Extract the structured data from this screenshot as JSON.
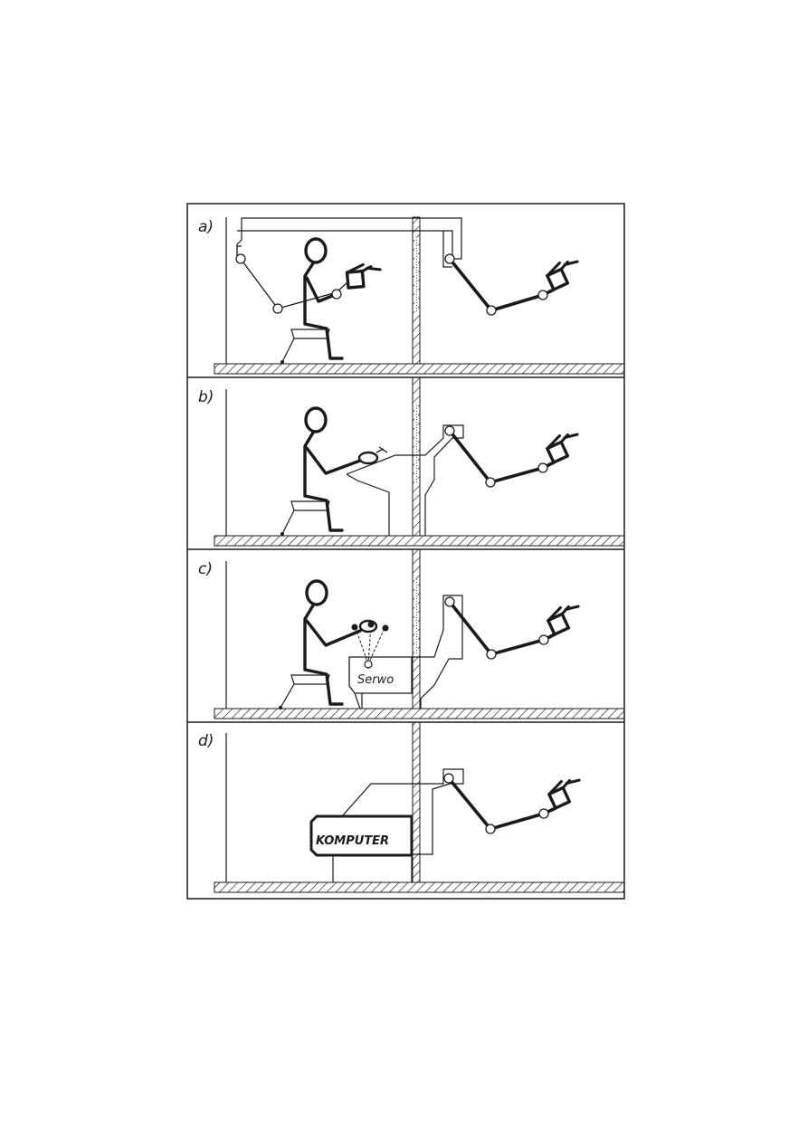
{
  "panels": [
    {
      "label": "a)"
    },
    {
      "label": "b)"
    },
    {
      "label": "c)",
      "device_label": "Serwo"
    },
    {
      "label": "d)",
      "device_label": "KOMPUTER"
    }
  ],
  "colors": {
    "ink": "#1a1a1a",
    "background": "#ffffff",
    "wall_fill": "#d8d8d8"
  }
}
